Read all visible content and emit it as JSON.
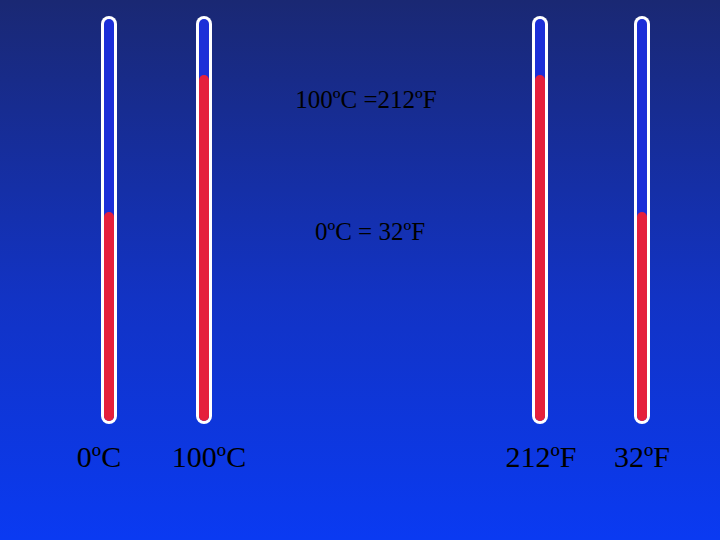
{
  "diagram": {
    "labels": [
      "100ºC =212ºF",
      "0ºC = 32ºF",
      "0ºC",
      "100ºC",
      "212ºF",
      "32ºF"
    ]
  }
}
